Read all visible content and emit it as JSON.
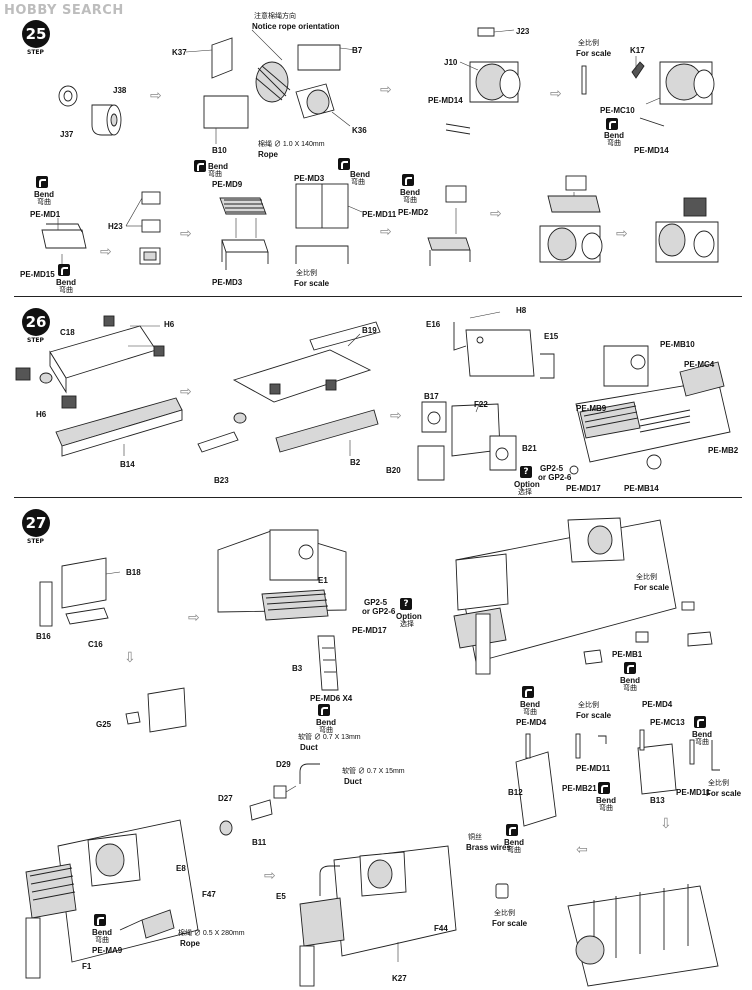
{
  "watermark": {
    "logo": "HOBBY SEARCH"
  },
  "steps": [
    {
      "number": "25",
      "word": "STEP"
    },
    {
      "number": "26",
      "word": "STEP"
    },
    {
      "number": "27",
      "word": "STEP"
    }
  ],
  "common": {
    "bend_en": "Bend",
    "bend_cn": "弯曲",
    "scale_cn": "全比例",
    "scale_en": "For scale",
    "option_en": "Option",
    "option_cn": "选择",
    "duct_en": "Duct",
    "brass_cn": "铜丝",
    "brass_en": "Brass wires"
  },
  "step25": {
    "rope_note_cn": "注意棉绳方向",
    "rope_note_en": "Notice rope orientation",
    "rope_spec_cn": "棉绳 ∅ 1.0 X 140mm",
    "rope_en": "Rope",
    "parts": {
      "k37": "K37",
      "b7": "B7",
      "j38": "J38",
      "j37": "J37",
      "b10": "B10",
      "k36": "K36",
      "j23": "J23",
      "j10": "J10",
      "pe_md14": "PE-MD14",
      "k17": "K17",
      "pe_mc10": "PE-MC10",
      "pe_md14b": "PE-MD14",
      "pe_md1": "PE-MD1",
      "pe_md15": "PE-MD15",
      "h23": "H23",
      "pe_md9": "PE-MD9",
      "pe_md3": "PE-MD3",
      "pe_md3b": "PE-MD3",
      "pe_md11": "PE-MD11",
      "pe_md2": "PE-MD2"
    }
  },
  "step26": {
    "parts": {
      "c18": "C18",
      "h6a": "H6",
      "h6b": "H6",
      "b14": "B14",
      "b19": "B19",
      "b2": "B2",
      "b23": "B23",
      "e16": "E16",
      "h8": "H8",
      "e15": "E15",
      "b17": "B17",
      "f22": "F22",
      "b21": "B21",
      "b20": "B20",
      "gp2": "GP2-5",
      "gp2_or": "or GP2-6",
      "pe_mb10": "PE-MB10",
      "pe_mc4": "PE-MC4",
      "pe_mb9": "PE-MB9",
      "pe_mb2": "PE-MB2",
      "pe_md17": "PE-MD17",
      "pe_mb14": "PE-MB14"
    }
  },
  "step27": {
    "duct1_spec": "软管 ∅ 0.7 X 13mm",
    "duct2_spec": "软管 ∅ 0.7 X 15mm",
    "rope_spec": "棉绳 ∅ 0.5 X 280mm",
    "rope_en": "Rope",
    "parts": {
      "b18": "B18",
      "b16": "B16",
      "c16": "C16",
      "e1": "E1",
      "gp2": "GP2-5",
      "gp2_or": "or GP2-6",
      "pe_md17": "PE-MD17",
      "b3": "B3",
      "pe_md6": "PE-MD6 X4",
      "g25": "G25",
      "d29": "D29",
      "d27": "D27",
      "b11": "B11",
      "e8": "E8",
      "f47": "F47",
      "pe_ma9": "PE-MA9",
      "f1": "F1",
      "e5": "E5",
      "f44": "F44",
      "k27": "K27",
      "pe_mb1": "PE-MB1",
      "pe_md4": "PE-MD4",
      "pe_md11": "PE-MD11",
      "b12": "B12",
      "pe_mb21": "PE-MB21",
      "pe_md4b": "PE-MD4",
      "pe_mc13": "PE-MC13",
      "b13": "B13",
      "pe_md11b": "PE-MD11"
    }
  }
}
